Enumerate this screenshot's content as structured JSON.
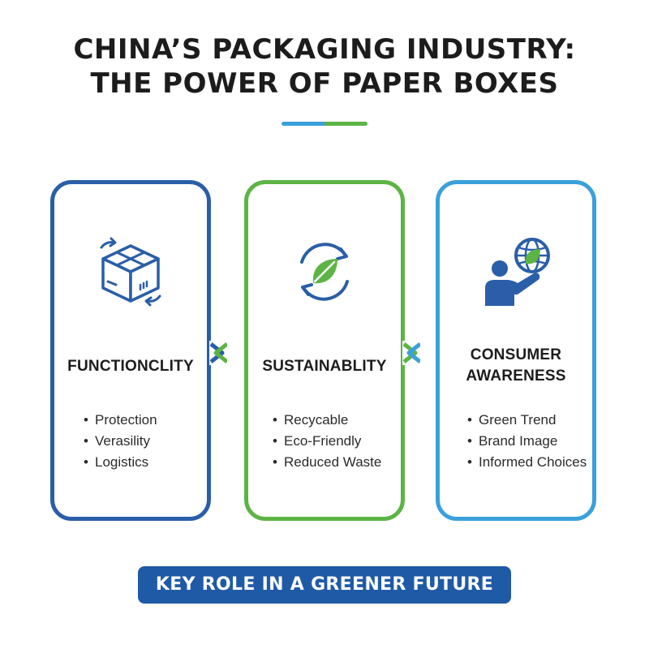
{
  "title": {
    "line1": "CHINA’S PACKAGING INDUSTRY:",
    "line2": "THE POWER OF PAPER BOXES"
  },
  "divider": {
    "left_color": "#3aa0db",
    "right_color": "#5cb445"
  },
  "cards": [
    {
      "heading": "FUNCTIONCLITY",
      "border_color": "#2a5ea8",
      "icon": "box-icon",
      "items": [
        "Protection",
        "Verasility",
        "Logistics"
      ]
    },
    {
      "heading": "SUSTAINABLITY",
      "border_color": "#5cb445",
      "icon": "recycle-leaf-icon",
      "items": [
        "Recycable",
        "Eco-Friendly",
        "Reduced Waste"
      ]
    },
    {
      "heading_line1": "CONSUMER",
      "heading_line2": "AWARENESS",
      "border_color": "#3aa0db",
      "icon": "person-globe-icon",
      "items": [
        "Green Trend",
        "Brand Image",
        "Informed Choices"
      ]
    }
  ],
  "bullet": "•",
  "banner": {
    "label": "KEY ROLE IN A GREENER FUTURE",
    "color": "#1f5aa6"
  }
}
